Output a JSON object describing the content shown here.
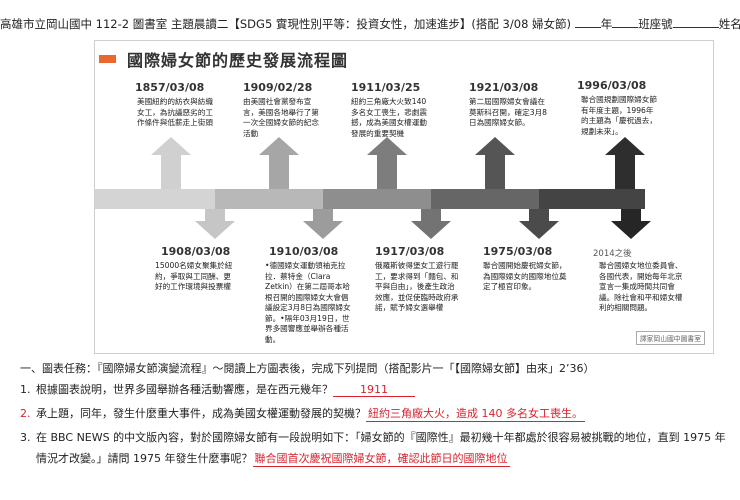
{
  "header": {
    "school_title": "高雄市立岡山國中 112-2 圖書室 主題晨讀二【SDG5 實現性別平等：投資女性，加速進步】(搭配 3/08 婦女節)",
    "year_label": "年",
    "class_label": "班座號",
    "name_label": "姓名"
  },
  "chart": {
    "title": "國際婦女節的歷史發展流程圖",
    "top_events": [
      {
        "year": "1857/03/08",
        "desc": "美國紐約的紡衣與紡織女工，為抗議惡劣的工作條件與低薪走上街頭"
      },
      {
        "year": "1909/02/28",
        "desc": "由美國社會黨發布宣言，美國各地舉行了第一次全國婦女節的紀念活動"
      },
      {
        "year": "1911/03/25",
        "desc": "紐約三角廠大火致140多名女工喪生，悲劇震撼，成為美國女權運動發展的重要契機"
      },
      {
        "year": "1921/03/08",
        "desc": "第二屆國際婦女會議在莫斯科召開，確定3月8日為國際婦女節。"
      },
      {
        "year": "1996/03/08",
        "desc": "聯合國規劃國際婦女節有年度主題，1996年的主題為「慶祝過去，規劃未來」。"
      }
    ],
    "bottom_events": [
      {
        "year": "1908/03/08",
        "desc": "15000名婦女聚集於紐約，爭取與工同酬、更好的工作環境與投票權"
      },
      {
        "year": "1910/03/08",
        "desc": "•德國婦女運動領袖克拉拉．蔡特金（Clara Zetkin）在第二屆哥本哈根召開的國際婦女大會倡議設定3月8日為國際婦女節。•隔年03月19日，世界多國響應並舉辦各種活動。"
      },
      {
        "year": "1917/03/08",
        "desc": "俄羅斯彼得堡女工遊行罷工，要求得到「麵包、和平與自由」，後產生政治效應，並促使臨時政府承諾，賦予婦女選舉權"
      },
      {
        "year": "1975/03/08",
        "desc": "聯合國開始慶祝婦女節，為國際婦女的國際地位奠定了極官印象。"
      },
      {
        "year": "2014之後",
        "desc": "聯合國婦女地位委員會、各國代表，開始每年北京宣言一集成時間共同會議。除社會和平和婦女權利的相關問題。"
      }
    ],
    "stamp": "譯家岡山國中圖書室"
  },
  "questions": {
    "intro": "一、圖表任務：『國際婦女節演變流程』～閱讀上方圖表後，完成下列提問（搭配影片一「【國際婦女節】由來」2’36）",
    "items": [
      {
        "num": "1.",
        "text": "根據圖表說明，世界多國舉辦各種活動響應，是在西元幾年？",
        "answer": "1911",
        "red_num": false
      },
      {
        "num": "2.",
        "text": "承上題，同年，發生什麼重大事件，成為美國女權運動發展的契機？",
        "answer": "紐約三角廠大火，造成 140 多名女工喪生。",
        "red_num": true
      },
      {
        "num": "3.",
        "text": "在 BBC NEWS 的中文版內容，對於國際婦女節有一段說明如下：「婦女節的『國際性』最初幾十年都處於很容易被挑戰的地位，直到 1975 年",
        "text2": "情況才改變。」請問 1975 年發生什麼事呢？",
        "answer": "聯合國首次慶祝國際婦女節，確認此節日的國際地位",
        "red_num": false
      }
    ]
  },
  "colors": {
    "accent": "#e8692d",
    "answer": "#d9232d"
  }
}
